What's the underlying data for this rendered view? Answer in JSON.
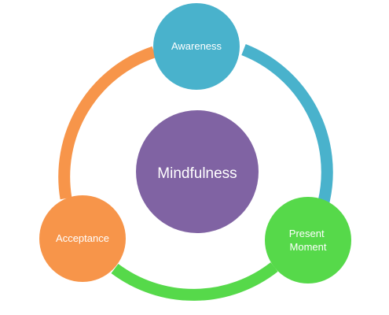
{
  "diagram": {
    "center": {
      "label": "Mindfulness",
      "color": "#8063a3"
    },
    "nodes": [
      {
        "key": "awareness",
        "lines": [
          "Awareness"
        ],
        "color": "#49b2cc"
      },
      {
        "key": "present",
        "lines": [
          "Present",
          "Moment"
        ],
        "color": "#56d94a"
      },
      {
        "key": "acceptance",
        "lines": [
          "Acceptance"
        ],
        "color": "#f7954a"
      }
    ],
    "connectors": [
      {
        "from": "awareness",
        "to": "present",
        "color": "#49b2cc"
      },
      {
        "from": "present",
        "to": "acceptance",
        "color": "#56d94a"
      },
      {
        "from": "acceptance",
        "to": "awareness",
        "color": "#f7954a"
      }
    ]
  }
}
